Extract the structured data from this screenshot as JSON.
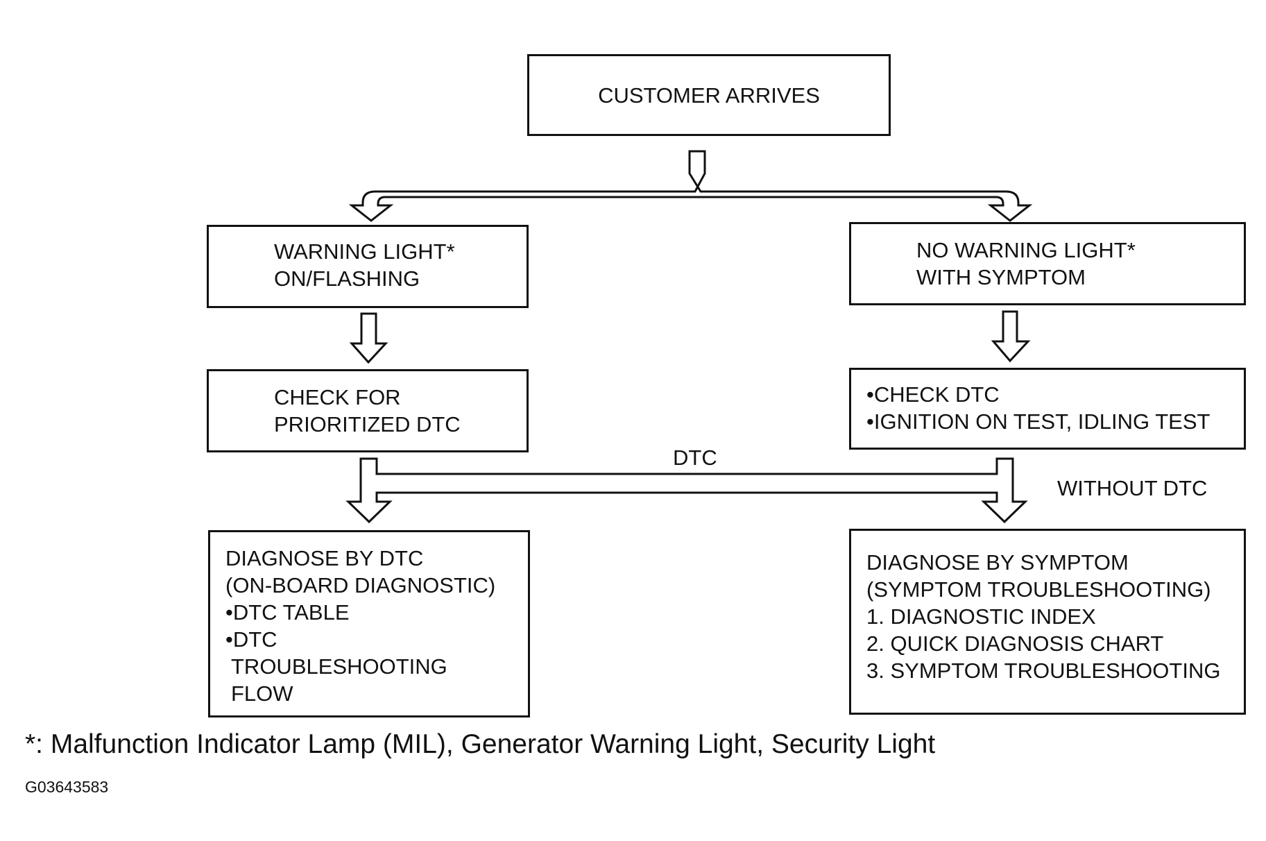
{
  "start": {
    "text": "CUSTOMER ARRIVES"
  },
  "left_branch": {
    "condition": [
      "WARNING LIGHT*",
      "ON/FLASHING"
    ],
    "check": [
      "CHECK FOR",
      "PRIORITIZED DTC"
    ],
    "result": [
      "DIAGNOSE BY DTC",
      "(ON-BOARD DIAGNOSTIC)",
      "•DTC TABLE",
      "•DTC",
      "TROUBLESHOOTING",
      "FLOW"
    ]
  },
  "right_branch": {
    "condition": [
      "NO WARNING LIGHT*",
      "WITH SYMPTOM"
    ],
    "check": [
      "•CHECK DTC",
      "•IGNITION ON TEST, IDLING TEST"
    ],
    "result": [
      "DIAGNOSE BY SYMPTOM",
      "(SYMPTOM TROUBLESHOOTING)",
      "1. DIAGNOSTIC INDEX",
      "2. QUICK DIAGNOSIS CHART",
      "3. SYMPTOM TROUBLESHOOTING"
    ]
  },
  "connector_labels": {
    "dtc": "DTC",
    "without_dtc": "WITHOUT DTC"
  },
  "footnote": "*: Malfunction Indicator Lamp (MIL), Generator Warning Light, Security Light",
  "figure_id": "G03643583"
}
